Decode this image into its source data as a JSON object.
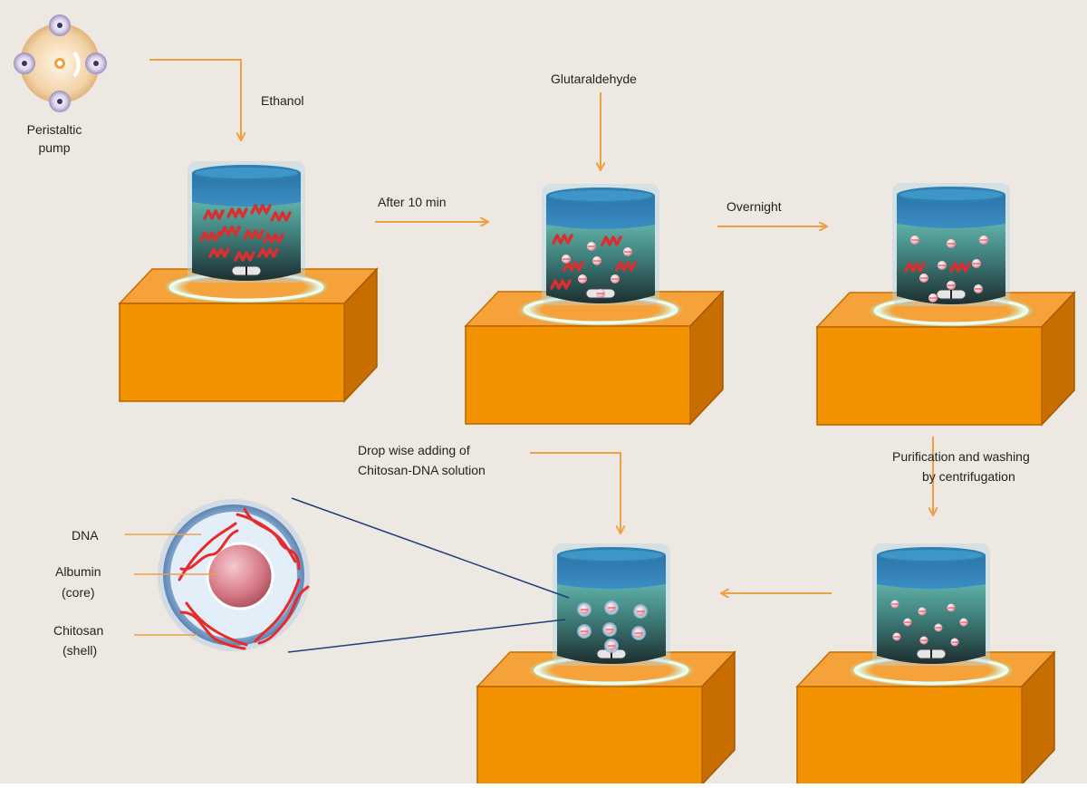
{
  "labels": {
    "peristaltic_line1": "Peristaltic",
    "peristaltic_line2": "pump",
    "ethanol": "Ethanol",
    "glutaraldehyde": "Glutaraldehyde",
    "after_10_min": "After 10 min",
    "overnight": "Overnight",
    "drop_line1": "Drop wise adding of",
    "drop_line2": "Chitosan-DNA solution",
    "purify_line1": "Purification and washing",
    "purify_line2": "by centrifugation",
    "dna": "DNA",
    "albumin_line1": "Albumin",
    "albumin_line2": "(core)",
    "chitosan_line1": "Chitosan",
    "chitosan_line2": "(shell)"
  },
  "colors": {
    "background": "#ede9e2",
    "arrow": "#f0a040",
    "stirrer_block": "#f39200",
    "stirrer_block_dark": "#c86e00",
    "beaker_liquid_top": "#2f7fb0",
    "beaker_glass": "#3f6b6b",
    "polymer": "#d83030",
    "zoom_line": "#1f3d7a",
    "core": "#c25f6b"
  },
  "icons": {
    "pump": "peristaltic-pump-icon",
    "stir_bar": "stir-bar-icon"
  }
}
